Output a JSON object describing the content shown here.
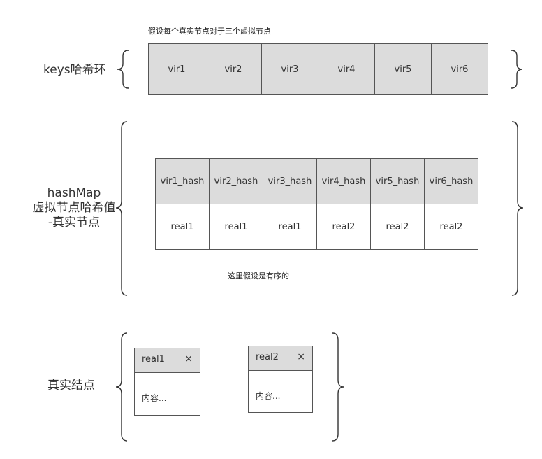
{
  "notes": {
    "top": "假设每个真实节点对于三个虚拟节点",
    "middle": "这里假设是有序的"
  },
  "labels": {
    "keys_ring": "keys哈希环",
    "hashmap_line1": "hashMap",
    "hashmap_line2": "虚拟节点哈希值",
    "hashmap_line3": "-真实节点",
    "real_nodes": "真实结点"
  },
  "keys_ring": [
    "vir1",
    "vir2",
    "vir3",
    "vir4",
    "vir5",
    "vir6"
  ],
  "hashmap": {
    "keys": [
      "vir1_hash",
      "vir2_hash",
      "vir3_hash",
      "vir4_hash",
      "vir5_hash",
      "vir6_hash"
    ],
    "values": [
      "real1",
      "real1",
      "real1",
      "real2",
      "real2",
      "real2"
    ]
  },
  "real_nodes": [
    {
      "title": "real1",
      "close": "×",
      "content": "内容..."
    },
    {
      "title": "real2",
      "close": "×",
      "content": "内容..."
    }
  ]
}
